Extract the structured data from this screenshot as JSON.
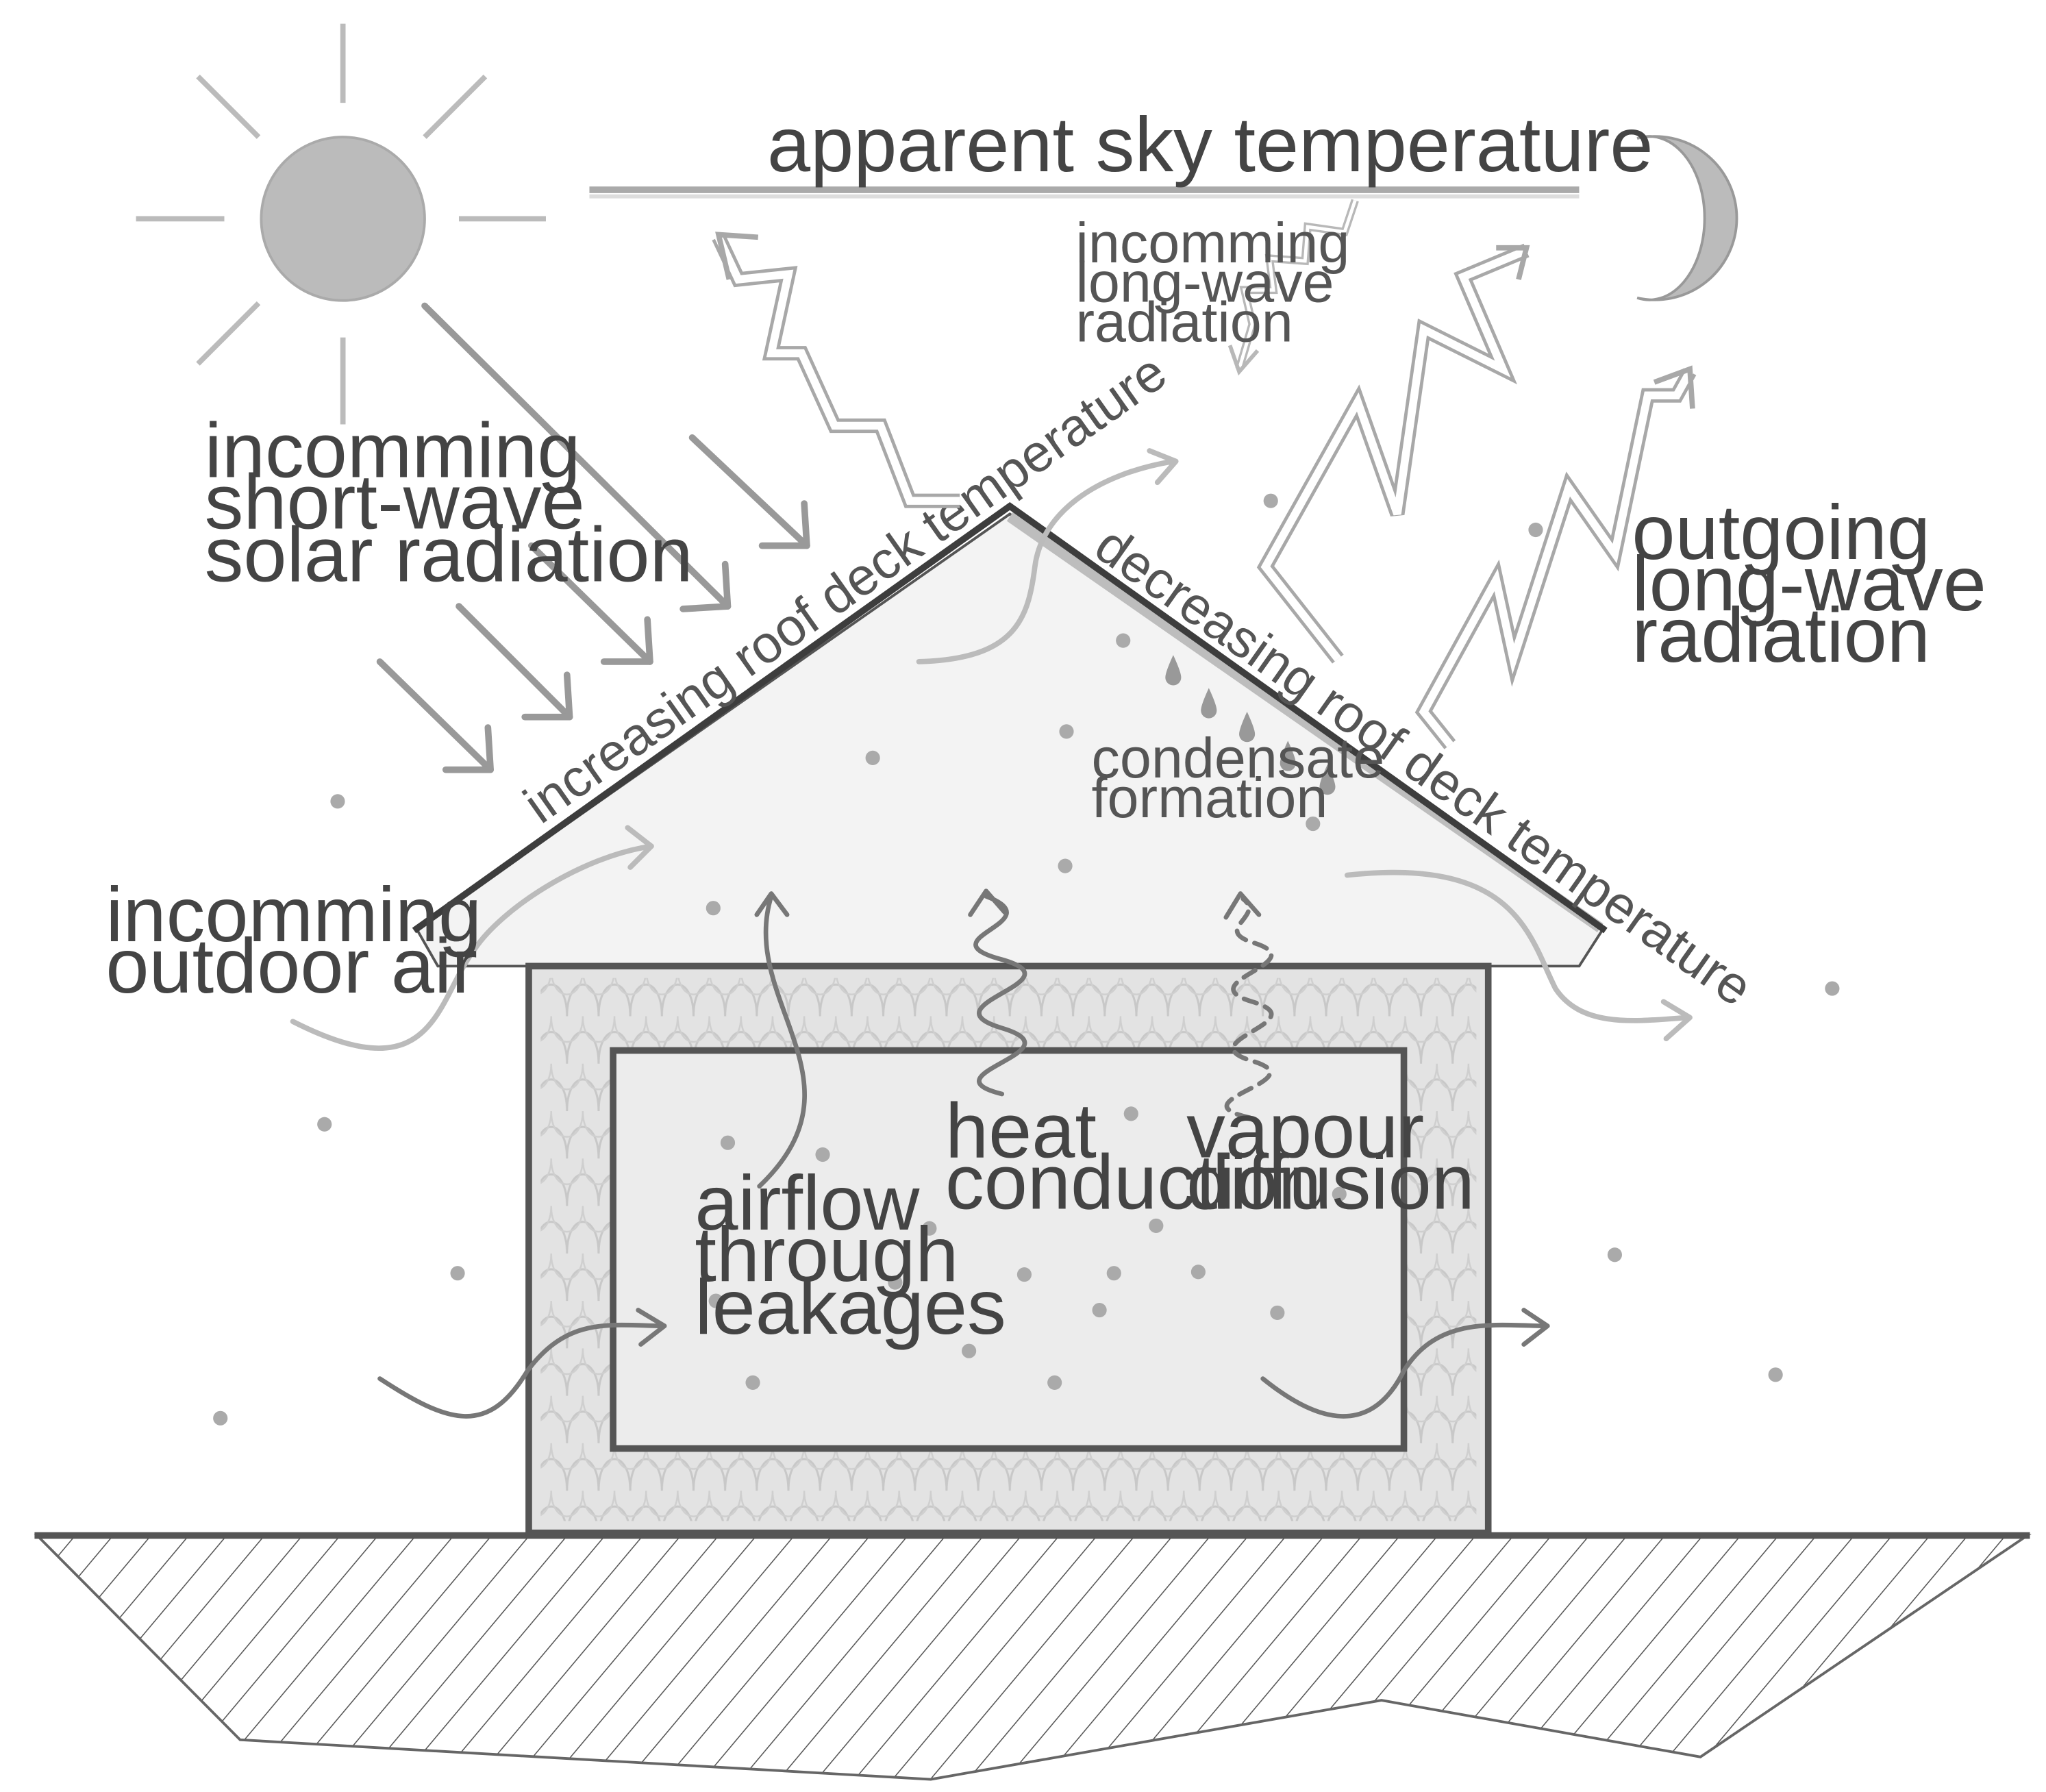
{
  "labels": {
    "sky_temperature": "apparent sky temperature",
    "incoming_longwave": [
      "incomming",
      "long-wave",
      "radiation"
    ],
    "incoming_shortwave": [
      "incomming",
      "short-wave",
      "solar radiation"
    ],
    "outgoing_longwave": [
      "outgoing",
      "long-wave",
      "radiation"
    ],
    "increasing_roof": "increasing roof deck temperature",
    "decreasing_roof": "decreasing roof deck temperature",
    "condensate": [
      "condensate",
      "formation"
    ],
    "outdoor_air": [
      "incomming",
      "outdoor air"
    ],
    "airflow": [
      "airflow",
      "through",
      "leakages"
    ],
    "heat_conduction": [
      "heat",
      "conduction"
    ],
    "vapour_diffusion": [
      "vapour",
      "diffusion"
    ]
  },
  "colors": {
    "outline": "#555555",
    "roof_deck": "#3d3d3d",
    "sun_moon_fill": "#bbbbbb",
    "attic_fill": "#f3f3f3",
    "insulation_fill": "#e3e3e3",
    "room_fill": "#ececec",
    "arrow_light": "#bbbbbb",
    "arrow_mid": "#999999",
    "arrow_dark": "#777777"
  },
  "icons": {
    "sun": "sun-icon",
    "moon": "crescent-moon-icon",
    "droplet": "droplet-icon"
  }
}
